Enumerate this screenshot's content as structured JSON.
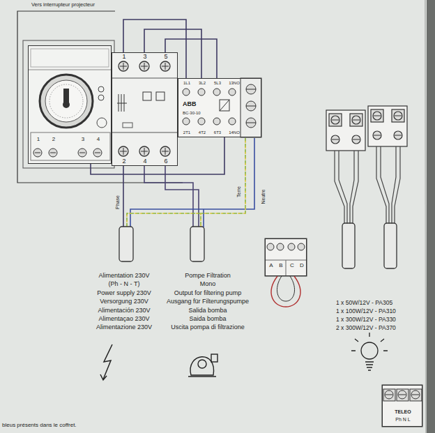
{
  "diagram": {
    "nodes": [
      {
        "text": [
          "1",
          "2",
          "3",
          "4"
        ]
      },
      {
        "text": [
          "1",
          "3",
          "5",
          "2",
          "4",
          "6"
        ]
      },
      {
        "text": [
          "1L1",
          "3L2",
          "5L3",
          "13NO",
          "ABB",
          "BC-30-10",
          "2T1",
          "4T2",
          "6T3",
          "14NO"
        ]
      },
      {
        "text": [
          "A",
          "B",
          "C",
          "D"
        ]
      },
      {
        "text": [
          "TELEO",
          "Ph N L"
        ]
      }
    ],
    "edges": [
      {
        "from": 1,
        "to": 2,
        "arrow": "none"
      },
      {
        "from": 1,
        "to": 2,
        "arrow": "none"
      },
      {
        "from": 1,
        "to": 2,
        "arrow": "none"
      },
      {
        "from": 0,
        "to": 2,
        "arrow": "none"
      }
    ],
    "labels": [
      "Vers interrupteur projecteur",
      "Phase",
      "Terre",
      "Neutre",
      "Alimentation 230V",
      "(Ph - N - T)",
      "Power supply 230V",
      "Versorgung 230V",
      "Alimentación 230V",
      "Alimentaçao 230V",
      "Alimentazione 230V",
      "Pompe Filtration",
      "Mono",
      "Output for filtering pump",
      "Ausgang für Filterungspumpe",
      "Salida bomba",
      "Saida bomba",
      "Uscita pompa di filtrazione",
      "1 x 50W/12V - PA305",
      "1 x 100W/12V - PA310",
      "1 x 300W/12V - PA330",
      "2 x 300W/12V - PA370",
      "bleus présents dans le coffret."
    ]
  }
}
